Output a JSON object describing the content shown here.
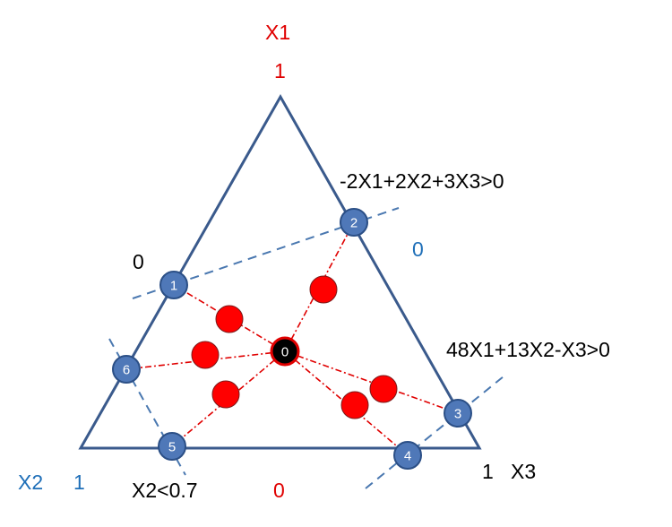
{
  "vertex_labels": {
    "top_name": "X1",
    "top_value": "1",
    "left_name": "X2",
    "left_value": "1",
    "right_value": "1",
    "right_name": "X3"
  },
  "edge_zero_labels": {
    "left_edge": "0",
    "right_edge": "0",
    "bottom_edge": "0"
  },
  "constraints": {
    "top": "-2X1+2X2+3X3>0",
    "right": "48X1+13X2-X3>0",
    "bottom": "X2<0.7"
  },
  "center_node": "0",
  "boundary_nodes": [
    "1",
    "2",
    "3",
    "4",
    "5",
    "6"
  ],
  "colors": {
    "triangle": "#3a5a8c",
    "node_fill": "#4f78b8",
    "node_stroke": "#2b4f86",
    "dashed_line": "#4a78b0",
    "ray": "#e00000",
    "red_dot": "#ff0000",
    "center_fill": "#000000",
    "x1_label": "#e00000",
    "x2_label": "#1f6fb8",
    "text": "#000000"
  }
}
